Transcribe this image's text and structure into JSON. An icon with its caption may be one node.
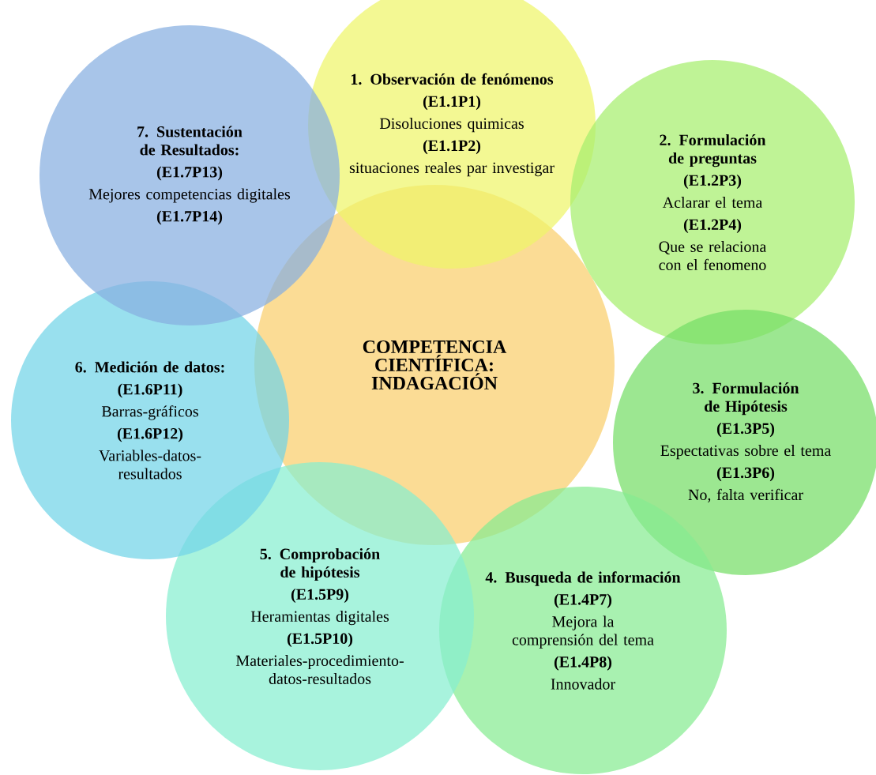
{
  "diagram": {
    "nodes": [
      {
        "text": [
          "COMPETENCIA CIENTÍFICA: INDAGACIÓN"
        ]
      },
      {
        "text": [
          "1. Observación de fenómenos",
          "(E1.1P1)",
          "Disoluciones quimicas",
          "(E1.1P2)",
          "situaciones reales par investigar"
        ]
      },
      {
        "text": [
          "2. Formulación de preguntas",
          "(E1.2P3)",
          "Aclarar el tema",
          "(E1.2P4)",
          "Que se relaciona con el fenomeno"
        ]
      },
      {
        "text": [
          "3. Formulación de Hipótesis",
          "(E1.3P5)",
          "Espectativas sobre el tema",
          "(E1.3P6)",
          "No, falta verificar"
        ]
      },
      {
        "text": [
          "4. Busqueda de información",
          "(E1.4P7)",
          "Mejora la comprensión del tema",
          "(E1.4P8)",
          "Innovador"
        ]
      },
      {
        "text": [
          "5. Comprobación de hipótesis",
          "(E1.5P9)",
          "Heramientas digitales",
          "(E1.5P10)",
          "Materiales-procedimiento-datos-resultados"
        ]
      },
      {
        "text": [
          "6. Medición de datos:",
          "(E1.6P11)",
          "Barras-gráficos",
          "(E1.6P12)",
          "Variables-datos-resultados"
        ]
      },
      {
        "text": [
          "7. Sustentación de Resultados:",
          "(E1.7P13)",
          "Mejores competencias digitales",
          "(E1.7P14)"
        ]
      }
    ]
  }
}
